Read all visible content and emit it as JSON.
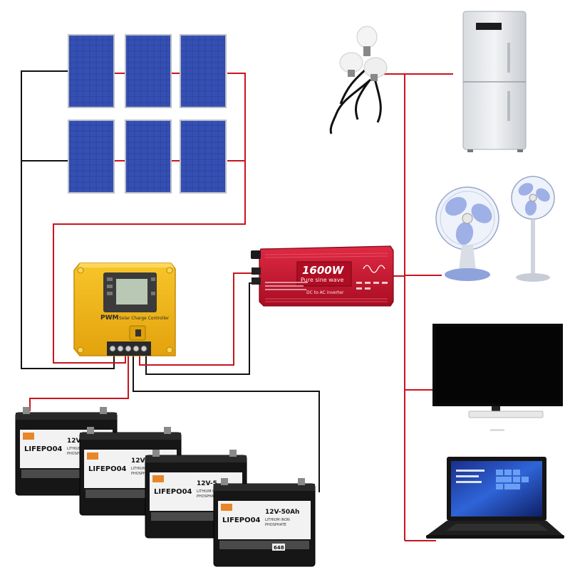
{
  "colors": {
    "wire_positive": "#c8141e",
    "wire_negative": "#111111",
    "panel_cell": "#2a3f9a",
    "panel_frame": "#b9bec6",
    "controller_body": "#f2b514",
    "inverter_body": "#c8102e",
    "battery_body": "#161616",
    "battery_badge": "#e8862a"
  },
  "icons": {
    "panel": "solar-panel-icon",
    "controller": "charge-controller-icon",
    "inverter": "inverter-icon",
    "battery": "battery-icon",
    "bulbs": "light-bulbs-icon",
    "fridge": "refrigerator-icon",
    "desk_fan": "desk-fan-icon",
    "stand_fan": "stand-fan-icon",
    "tv": "television-icon",
    "laptop": "laptop-icon"
  },
  "controller": {
    "brand_text": "PWM",
    "subtitle": "Solar Charge Controller"
  },
  "inverter": {
    "power": "1600W",
    "wave": "Pure sine wave",
    "subtitle": "DC to AC inverter"
  },
  "batteries": [
    {
      "type": "LIFEPO04",
      "rating": "12V-5",
      "chem1": "LITHIUM IRON",
      "chem2": "PHOSPHATE"
    },
    {
      "type": "LIFEPO04",
      "rating": "12V-5",
      "chem1": "LITHIUM IRON",
      "chem2": "PHOSPHATE"
    },
    {
      "type": "LIFEPO04",
      "rating": "12V-5",
      "chem1": "LITHIUM IRON",
      "chem2": "PHOSPHATE"
    },
    {
      "type": "LIFEPO04",
      "rating": "12V-50Ah",
      "chem1": "LITHIUM IRON",
      "chem2": "PHOSPHATE",
      "code": "648"
    }
  ]
}
